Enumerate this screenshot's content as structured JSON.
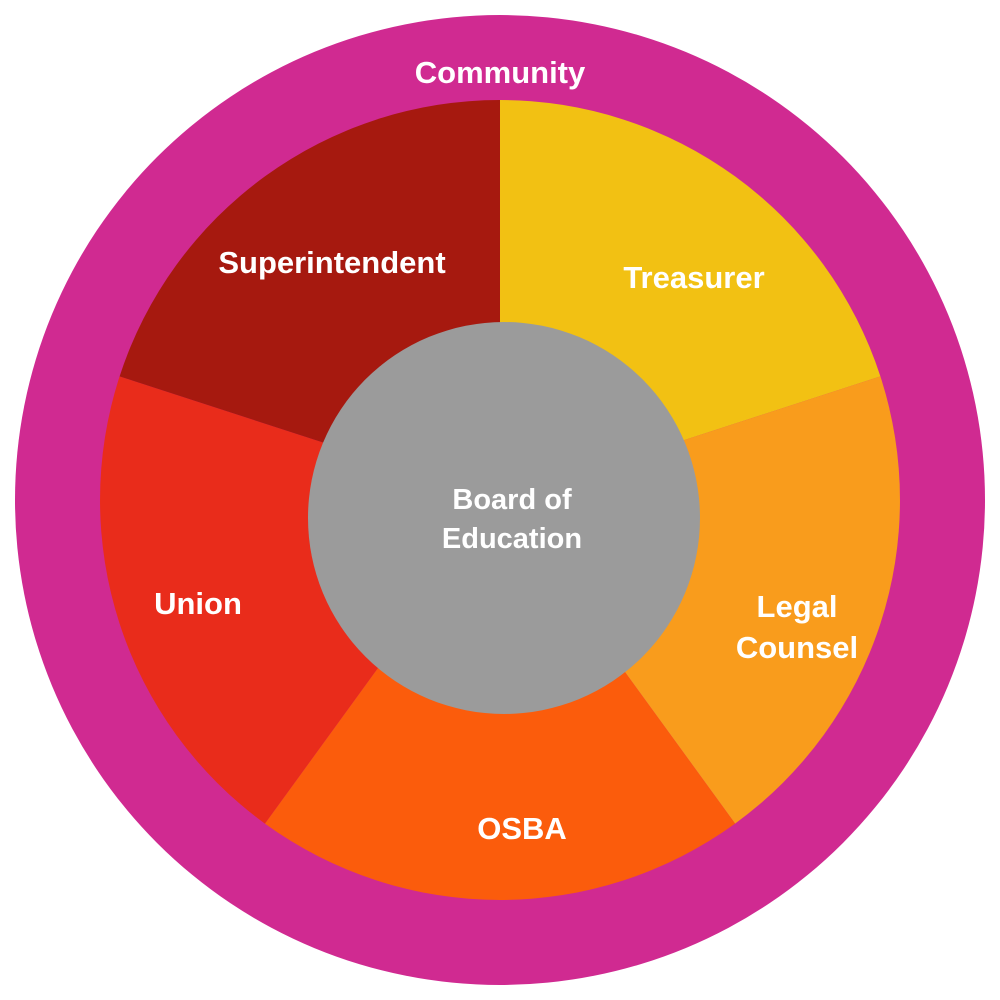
{
  "diagram": {
    "background_color": "#ffffff",
    "text_color": "#ffffff",
    "outer_ring": {
      "label": "Community",
      "color": "#d02a91"
    },
    "center": {
      "lines": [
        "Board of",
        "Education"
      ],
      "color": "#9b9b9b"
    },
    "segments": [
      {
        "label": "Treasurer",
        "lines": [
          "Treasurer"
        ],
        "color": "#f2c113"
      },
      {
        "label": "Legal Counsel",
        "lines": [
          "Legal",
          "Counsel"
        ],
        "color": "#f99c1c"
      },
      {
        "label": "OSBA",
        "lines": [
          "OSBA"
        ],
        "color": "#fb5c0c"
      },
      {
        "label": "Union",
        "lines": [
          "Union"
        ],
        "color": "#e92c1b"
      },
      {
        "label": "Superintendent",
        "lines": [
          "Superintendent"
        ],
        "color": "#a6190f"
      }
    ]
  }
}
